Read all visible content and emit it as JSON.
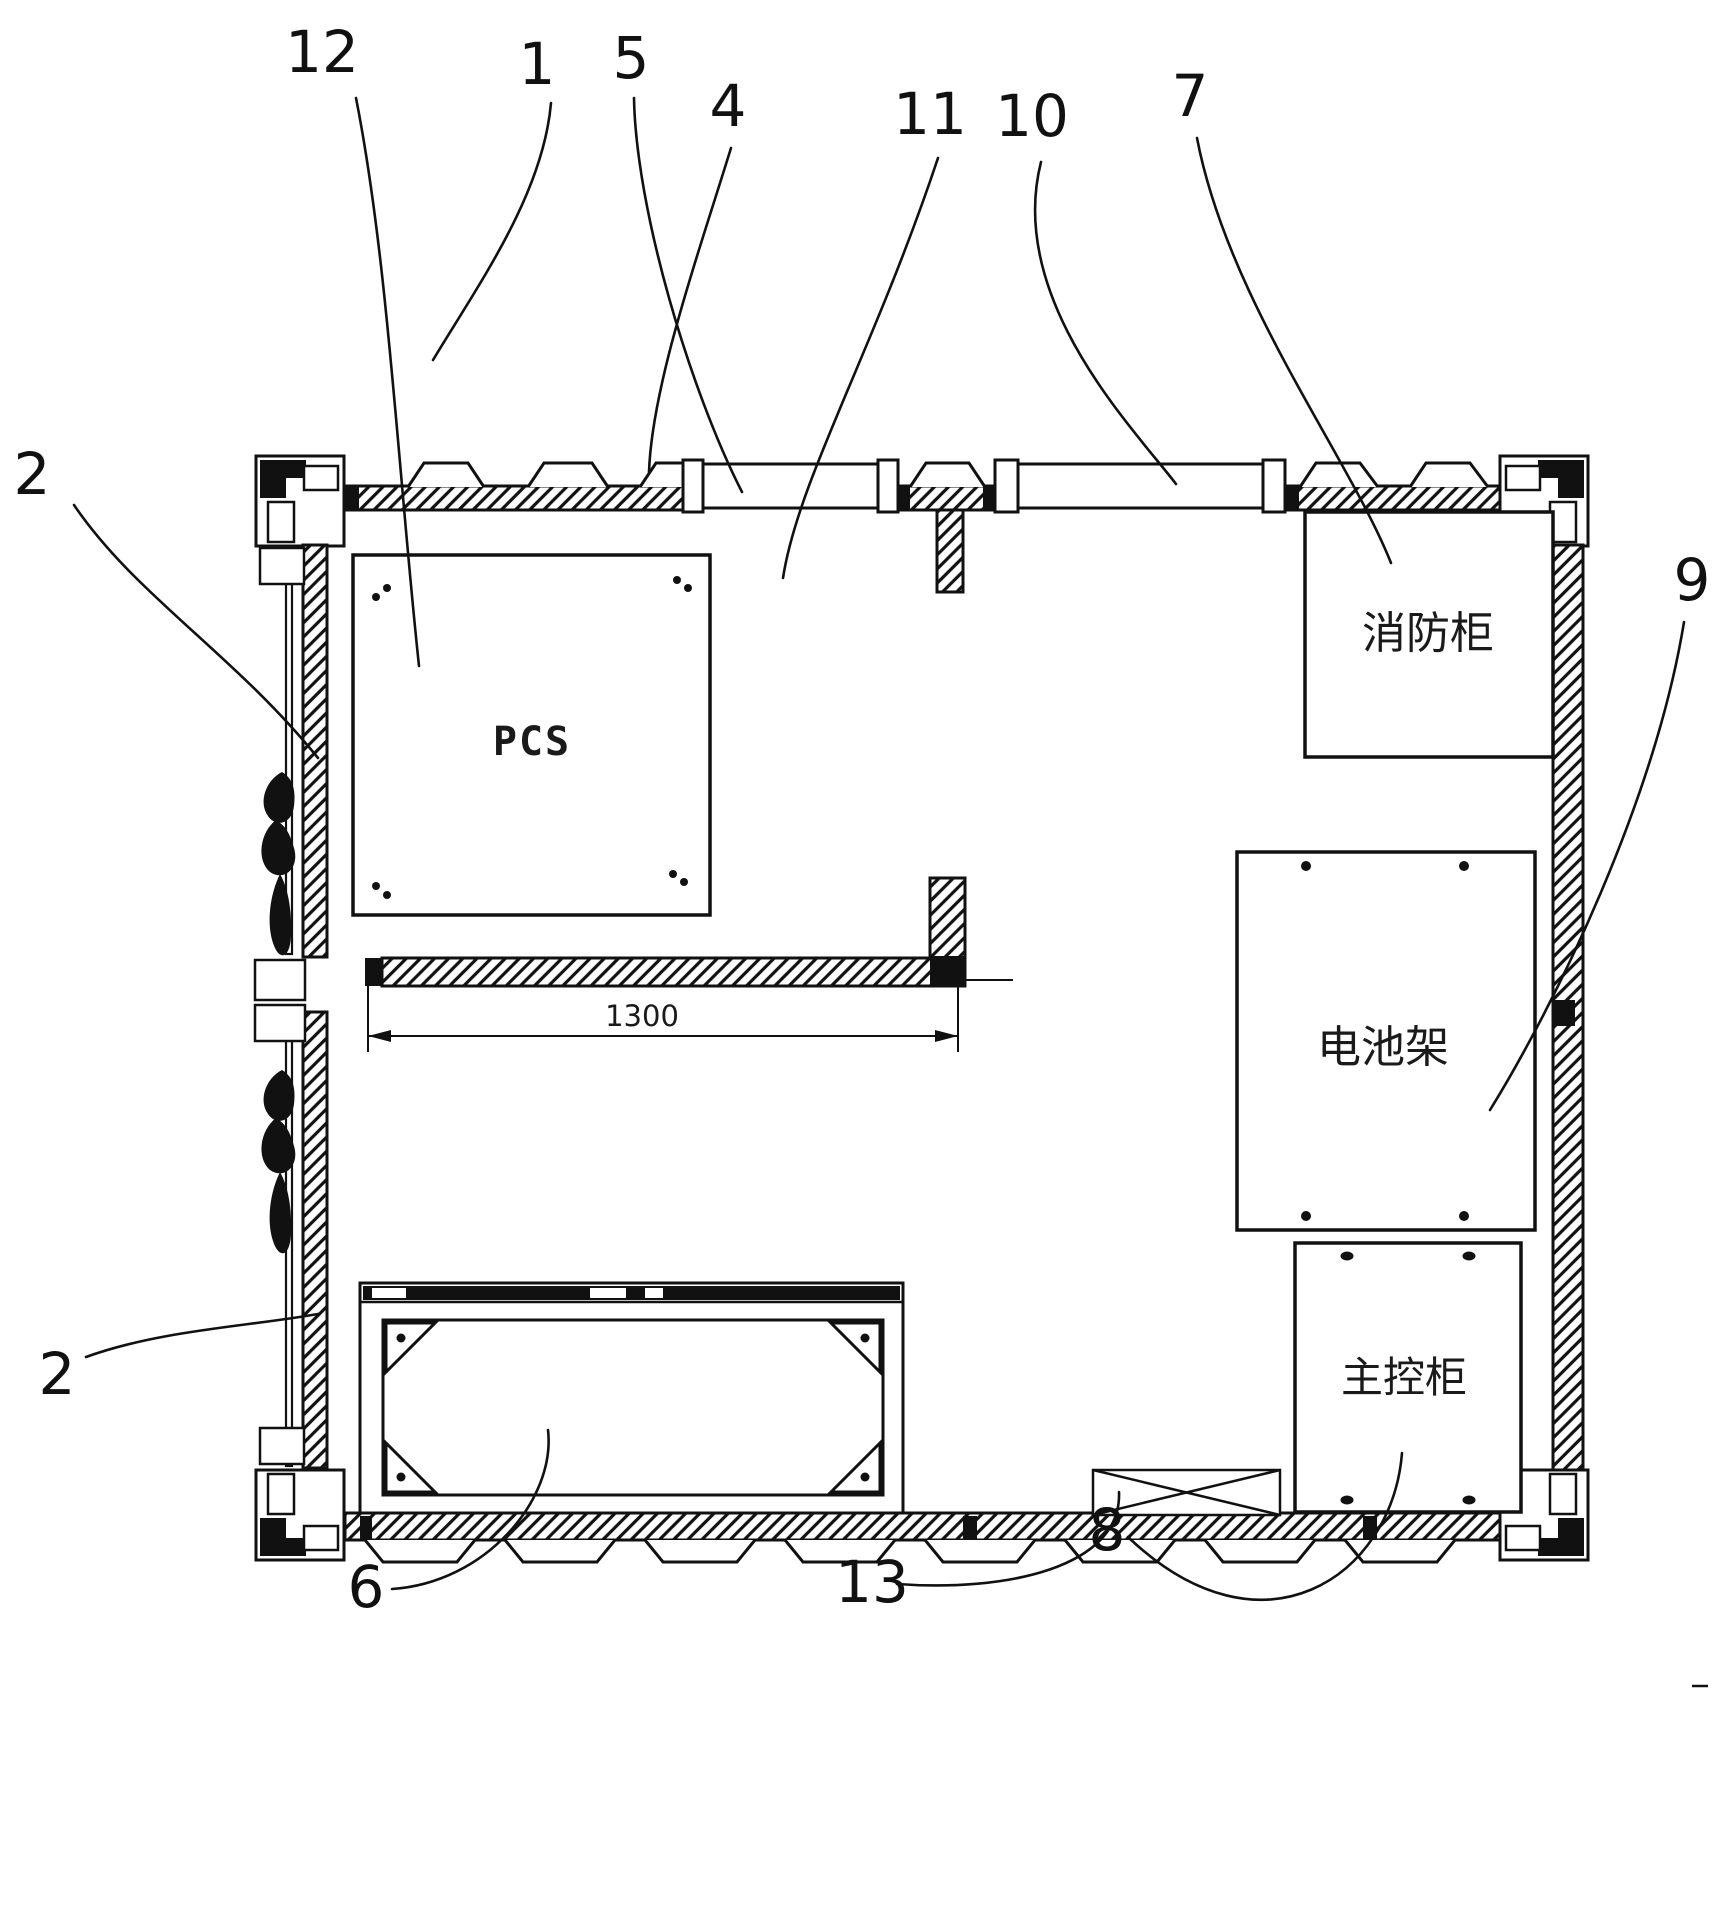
{
  "figure": {
    "type": "battery-energy-storage-container-floor-plan",
    "equipment_labels": {
      "pcs": "PCS",
      "fire_cabinet": "消防柜",
      "battery_rack": "电池架",
      "main_control_cabinet": "主控柜"
    },
    "dimension": {
      "value": "1300"
    },
    "callouts": [
      {
        "label": "12"
      },
      {
        "label": "1"
      },
      {
        "label": "5"
      },
      {
        "label": "4"
      },
      {
        "label": "11"
      },
      {
        "label": "10"
      },
      {
        "label": "7"
      },
      {
        "label": "2"
      },
      {
        "label": "9"
      },
      {
        "label": "2"
      },
      {
        "label": "6"
      },
      {
        "label": "13"
      },
      {
        "label": "8"
      }
    ],
    "colors": {
      "ink": "#111111",
      "background": "#ffffff"
    }
  }
}
